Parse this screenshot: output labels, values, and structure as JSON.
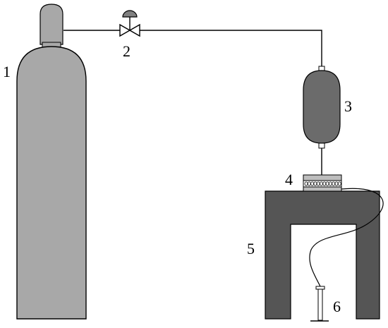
{
  "diagram": {
    "components": [
      {
        "number": "1",
        "part": "gas-cylinder"
      },
      {
        "number": "2",
        "part": "valve"
      },
      {
        "number": "3",
        "part": "vessel"
      },
      {
        "number": "4",
        "part": "sample-holder"
      },
      {
        "number": "5",
        "part": "support-frame"
      },
      {
        "number": "6",
        "part": "probe"
      }
    ]
  },
  "colors": {
    "cylinder": "#a8a8a8",
    "cylinder_cap": "#a8a8a8",
    "vessel": "#6b6b6b",
    "frame": "#555555",
    "holder": "#bdbdbd",
    "line": "#000000"
  }
}
